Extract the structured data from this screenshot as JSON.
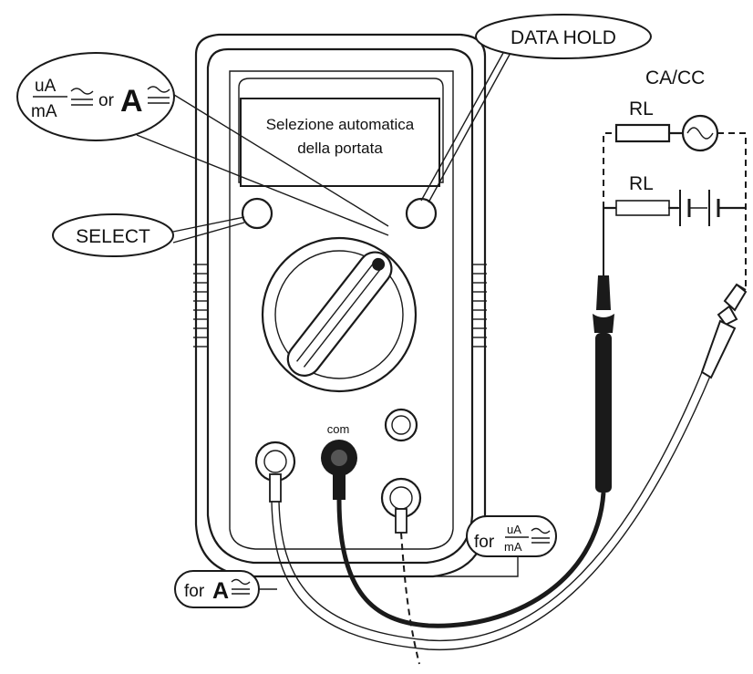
{
  "display": {
    "line1": "Selezione automatica",
    "line2": "della portata"
  },
  "labels": {
    "data_hold": "DATA HOLD",
    "select": "SELECT",
    "ua_top": "uA",
    "ma_bottom": "mA",
    "or": "or",
    "a": "A",
    "acdc": "CA/CC",
    "rl": "RL",
    "com": "com",
    "for": "for"
  },
  "icons": {
    "ac_dc_symbol": "ac-dc-wave-over-line-icon",
    "ac_source": "ac-sine-source-icon",
    "battery": "dc-battery-icon"
  }
}
